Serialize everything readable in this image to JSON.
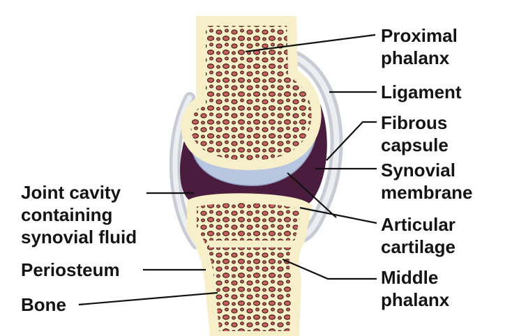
{
  "labels": {
    "proximal_phalanx": [
      "Proximal",
      "phalanx"
    ],
    "ligament": [
      "Ligament"
    ],
    "fibrous_capsule": [
      "Fibrous",
      "capsule"
    ],
    "synovial_membrane": [
      "Synovial",
      "membrane"
    ],
    "joint_cavity": [
      "Joint cavity",
      "containing",
      "synovial fluid"
    ],
    "articular_cartilage": [
      "Articular",
      "cartilage"
    ],
    "periosteum": [
      "Periosteum"
    ],
    "middle_phalanx": [
      "Middle",
      "phalanx"
    ],
    "bone": [
      "Bone"
    ]
  },
  "colors": {
    "bone_fill": "#f6efc9",
    "spongy_bone": "#c8575a",
    "spongy_edge": "#3b1a12",
    "cartilage": "#b9c6e0",
    "synovial_cavity": "#4a1c3e",
    "ligament": "#d9dbe1",
    "leader_line": "#111111"
  }
}
